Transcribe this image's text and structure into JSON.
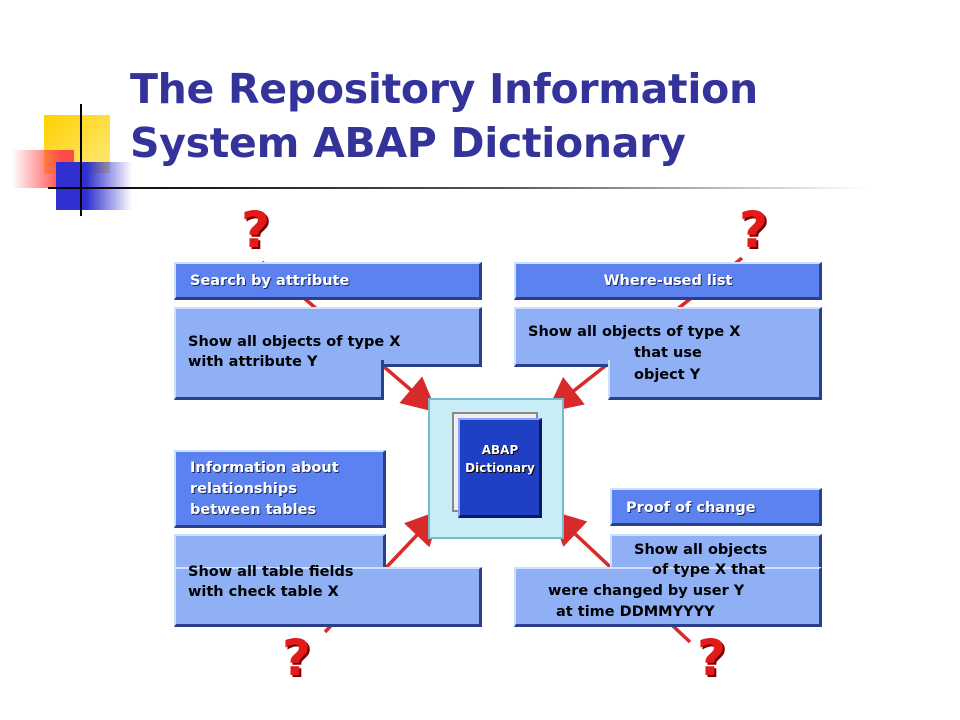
{
  "slide": {
    "title_line1": "The Repository Information",
    "title_line2": "System ABAP Dictionary"
  },
  "center": {
    "book_line1": "ABAP",
    "book_line2": "Dictionary"
  },
  "panels": {
    "top_left": {
      "header": "Search by attribute",
      "line1": "Show all objects of type X",
      "line2": "with attribute Y"
    },
    "top_right": {
      "header": "Where-used list",
      "line1": "Show all objects of type X",
      "line2": "that use",
      "line3": "object Y"
    },
    "bottom_left": {
      "header_line1": "Information about",
      "header_line2": "relationships",
      "header_line3": "between tables",
      "line1": "Show all table fields",
      "line2": "with check table X"
    },
    "bottom_right": {
      "header": "Proof of change",
      "line1": "Show all objects",
      "line2": "of type X that",
      "line3": "were changed by user Y",
      "line4": "at time DDMMYYYY"
    }
  },
  "question_mark": "?",
  "colors": {
    "title": "#33339a",
    "panel_header": "#5b82ee",
    "panel_body": "#8fb0f5",
    "arrow": "#d82a2a",
    "book": "#1f40c4"
  }
}
